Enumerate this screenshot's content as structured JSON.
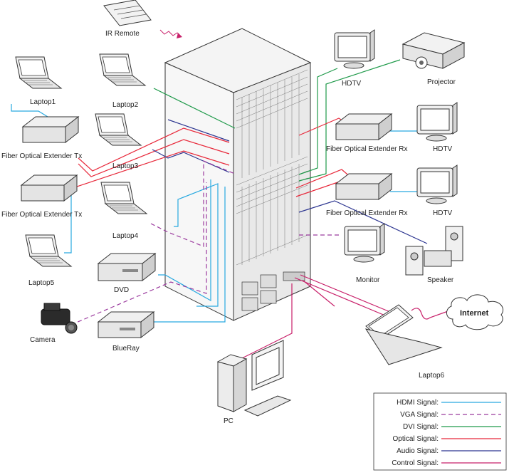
{
  "labels": {
    "ir_remote": "IR Remote",
    "laptop1": "Laptop1",
    "laptop2": "Laptop2",
    "laptop3": "Laptop3",
    "laptop4": "Laptop4",
    "laptop5": "Laptop5",
    "laptop6": "Laptop6",
    "fiber_tx_1": "Fiber Optical Extender Tx",
    "fiber_tx_2": "Fiber Optical Extender Tx",
    "fiber_rx_1": "Fiber Optical Extender Rx",
    "fiber_rx_2": "Fiber Optical Extender Rx",
    "dvd": "DVD",
    "camera": "Camera",
    "blueray": "BlueRay",
    "pc": "PC",
    "hdtv_top": "HDTV",
    "hdtv_1": "HDTV",
    "hdtv_2": "HDTV",
    "projector": "Projector",
    "monitor": "Monitor",
    "speaker": "Speaker",
    "internet": "Internet"
  },
  "legend": {
    "items": [
      {
        "label": "HDMI Signal:",
        "color": "#29a9e0",
        "style": "solid"
      },
      {
        "label": "VGA  Signal:",
        "color": "#9b3a9e",
        "style": "dashed"
      },
      {
        "label": "DVI Signal:",
        "color": "#1f9a4a",
        "style": "solid"
      },
      {
        "label": "Optical Signal:",
        "color": "#e8283a",
        "style": "solid"
      },
      {
        "label": "Audio Signal:",
        "color": "#2c3590",
        "style": "solid"
      },
      {
        "label": "Control Signal:",
        "color": "#c8206a",
        "style": "solid"
      }
    ]
  },
  "colors": {
    "hdmi": "#29a9e0",
    "vga": "#9b3a9e",
    "dvi": "#1f9a4a",
    "optical": "#e8283a",
    "audio": "#2c3590",
    "control": "#c8206a"
  }
}
